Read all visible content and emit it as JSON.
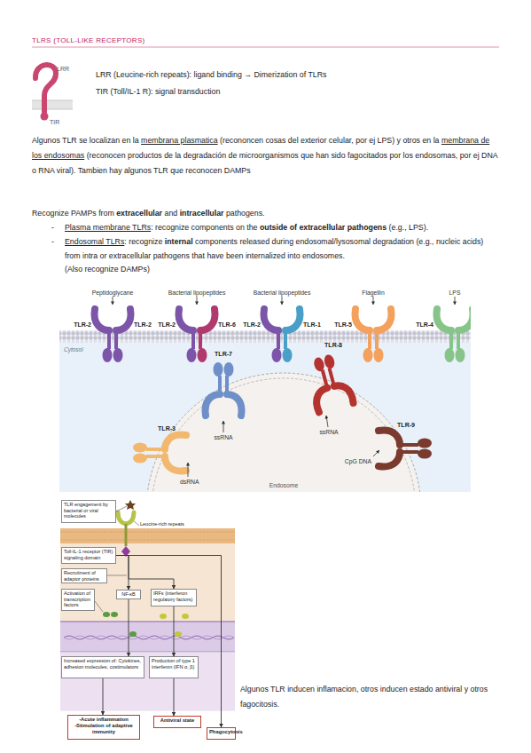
{
  "diagram": {
    "title": "TLRS (TOLL-LIKE RECEPTORS)",
    "nodes": [
      {
        "text": [
          "TLR engagement by bacterial or viral molecules"
        ]
      },
      {
        "text": [
          "Toll-IL-1 receptor (TIR) signaling domain"
        ]
      },
      {
        "text": [
          "Recruitment of adaptor proteins"
        ]
      },
      {
        "text": [
          "Activation of transcription factors"
        ]
      },
      {
        "text": [
          "NF-κB"
        ]
      },
      {
        "text": [
          "IRFs (interferon regulatory factors)"
        ]
      },
      {
        "text": [
          "Increased expression of: Cytokines, adhesion molecules, costimulators"
        ]
      },
      {
        "text": [
          "Production of type 1 interferon (IFN α, β)"
        ]
      },
      {
        "text": [
          "-Acute inflammation",
          "-Stimulation of adaptive immunity"
        ]
      },
      {
        "text": [
          "Antiviral state"
        ]
      },
      {
        "text": [
          "Phagocytosis"
        ]
      }
    ],
    "edges": [
      {
        "from": 1,
        "to": 4,
        "arrow": "to"
      },
      {
        "from": 1,
        "to": 5,
        "arrow": "to"
      },
      {
        "from": 4,
        "to": 6,
        "arrow": "to"
      },
      {
        "from": 5,
        "to": 7,
        "arrow": "to"
      },
      {
        "from": 6,
        "to": 8,
        "arrow": "to"
      },
      {
        "from": 7,
        "to": 9,
        "arrow": "to"
      },
      {
        "from": 1,
        "to": 10,
        "arrow": "to"
      }
    ],
    "labels": [
      "LRR",
      "TIR",
      "LRR (Leucine-rich repeats): ligand binding → Dimerization of TLRs",
      "TIR (Toll/IL-1 R): signal transduction",
      "Algunos TLR se localizan en la",
      "membrana plasmatica",
      "(recononcen cosas del exterior celular, por ej LPS) y otros en la",
      "membrana de los endosomas",
      "(reconocen productos de la degradación de microorganismos que han sido fagocitados por los endosomas, por ej DNA o RNA viral). Tambien hay algunos TLR que reconocen DAMPs",
      "Recognize PAMPs from",
      "extracellular",
      "and",
      "intracellular",
      "pathogens.",
      "-",
      "Plasma membrane TLRs",
      ": recognize components on the",
      "outside of extracellular pathogens",
      "(e.g., LPS).",
      "-",
      "Endosomal TLRs",
      ": recognize",
      "internal",
      "components released during endosomal/lysosomal degradation (e.g., nucleic acids) from intra or extracellular pathogens that have been internalized into endosomes.",
      "(Also recognize DAMPs)",
      "Peptidoglycane",
      "Bacterial lipopeptides",
      "Bacterial lipopeptides",
      "Flagellin",
      "LPS",
      "TLR-2",
      "TLR-2",
      "TLR-2",
      "TLR-6",
      "TLR-2",
      "TLR-1",
      "TLR-5",
      "TLR-4",
      "Cytosol",
      "TLR-7",
      "TLR-8",
      "ssRNA",
      "ssRNA",
      "TLR-3",
      "dsRNA",
      "TLR-9",
      "CpG DNA",
      "Endosome",
      "Algunos TLR inducen inflamacion, otros inducen estado antiviral y otros fagocitosis.",
      "Leucine-rich repeats"
    ]
  }
}
